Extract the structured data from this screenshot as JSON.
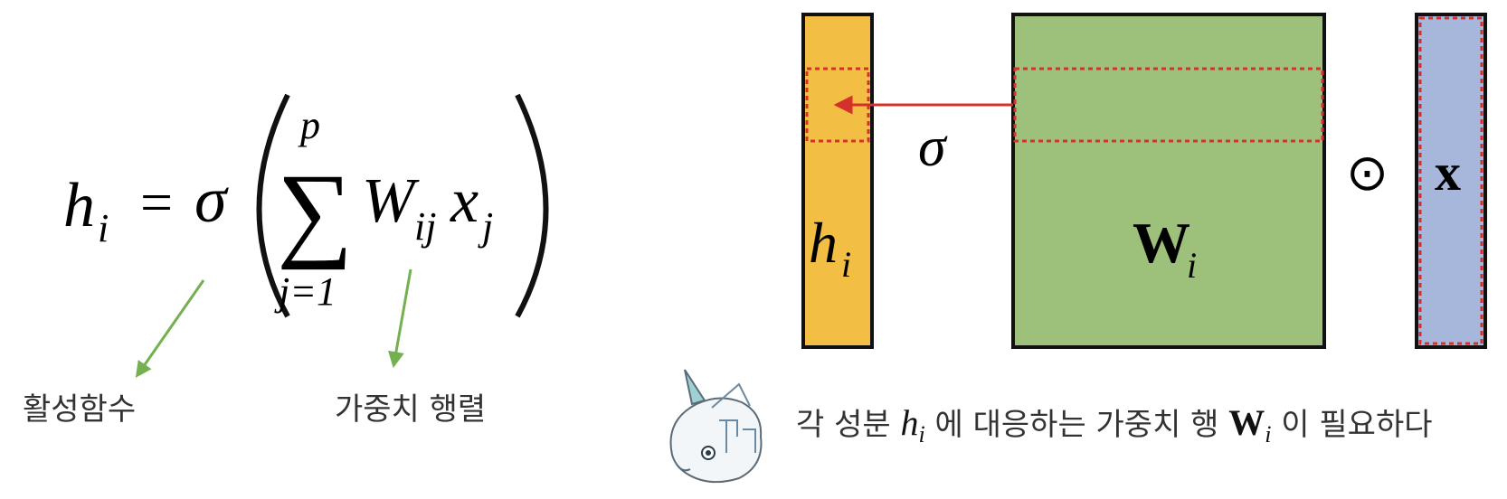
{
  "equation": {
    "lhs_var": "h",
    "lhs_sub": "i",
    "equals": "=",
    "sigma": "σ",
    "sum_upper": "p",
    "sum_lower": "j=1",
    "w_var": "W",
    "w_sub": "ij",
    "x_var": "x",
    "x_sub": "j"
  },
  "annotations": {
    "activation_label": "활성함수",
    "weight_label": "가중치 행렬"
  },
  "diagram": {
    "h_var": "h",
    "h_sub": "i",
    "sigma": "σ",
    "w_var": "W",
    "w_sub": "i",
    "odot": "⊙",
    "x_var": "x"
  },
  "caption": {
    "part1": "각 성분 ",
    "h_var": "h",
    "h_sub": "i",
    "part2": " 에 대응하는 가중치 행 ",
    "w_var": "W",
    "w_sub": "i",
    "part3": " 이 필요하다"
  },
  "colors": {
    "h_box": "#f2be43",
    "w_box": "#9dc17b",
    "x_box": "#a7b6db",
    "highlight": "#d5312c",
    "annotation_arrow": "#74b04f"
  }
}
